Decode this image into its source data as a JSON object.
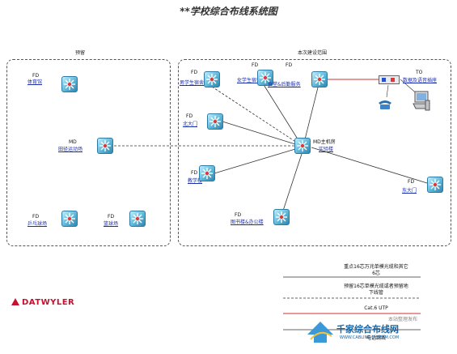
{
  "title": "**学校综合布线系统图",
  "regions": {
    "reserved": "预留",
    "current": "本次建设范围"
  },
  "nodes": {
    "gym": {
      "tag": "FD",
      "name": "体育馆"
    },
    "field": {
      "tag": "MD",
      "name": "田径运动场"
    },
    "pingpong": {
      "tag": "FD",
      "name": "乒乓球场"
    },
    "basketball": {
      "tag": "FD",
      "name": "篮球场"
    },
    "male_dorm": {
      "tag": "FD",
      "name": "男学生宿舍"
    },
    "female_dorm": {
      "tag": "FD",
      "name": "女学生宿舍"
    },
    "canteen": {
      "tag": "FD",
      "name": "食堂&后勤服务"
    },
    "north_gate": {
      "tag": "FD",
      "name": "北大门"
    },
    "md_room": {
      "tag": "MD主机房",
      "name": "实验楼"
    },
    "teaching": {
      "tag": "FD",
      "name": "教学楼"
    },
    "library": {
      "tag": "FD",
      "name": "图书楼&办公楼"
    },
    "east_gate": {
      "tag": "FD",
      "name": "东大门"
    },
    "to": {
      "tag": "TO",
      "name": "数据及语音插座"
    }
  },
  "legend": [
    {
      "text": "重点16芯万兆单模光缆和其它6芯",
      "style": "solid",
      "color": "#333333"
    },
    {
      "text": "预留16芯单模光缆或者预留地下线管",
      "style": "dashed",
      "color": "#333333"
    },
    {
      "text": "Cat.6 UTP",
      "style": "solid",
      "color": "#cc3333"
    },
    {
      "text": "电话跳线",
      "style": "solid",
      "color": "#333333"
    }
  ],
  "brand": "DATWYLER",
  "watermark": {
    "top": "本站整理发布",
    "name": "千家综合布线网",
    "url": "WWW.CABLING-SYSTEM.COM"
  }
}
